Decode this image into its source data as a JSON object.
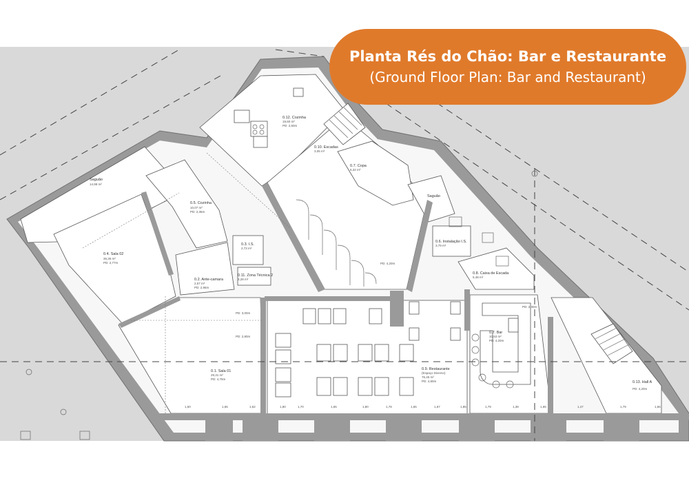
{
  "title": {
    "main": "Planta Rés do Chão: Bar e Restaurante",
    "sub": "(Ground Floor Plan: Bar and Restaurant)"
  },
  "rooms": {
    "saguao_left": "Saguão",
    "saguao_left_area": "14,98 m²",
    "sala_02": "0.4. Sala 02",
    "sala_02_area": "35,36 m²",
    "sala_02_pd": "PD: 2,77m",
    "cozinha_small": "0.5. Cozinha",
    "cozinha_small_area": "10,07 m²",
    "cozinha_small_pd": "PD: 2,36m",
    "ante_camara": "0.2. Ante-camara",
    "ante_camara_area": "2,57 m²",
    "ante_camara_pd": "PD: 2,96m",
    "is_room": "0.3. I.S.",
    "is_area": "2,73 m²",
    "zona_tecnica": "0.11. Zona Técnica 2",
    "zona_tecnica_area": "3,28 m²",
    "cozinha_main": "0.12. Cozinha",
    "cozinha_main_area": "19,60 m²",
    "cozinha_main_pd": "PD: 2,60m",
    "escadas": "0.10. Escadas",
    "escadas_area": "3,05 m²",
    "copa": "0.7. Copa",
    "copa_area": "6,32 m²",
    "saguao_right": "Saguão",
    "instalacoes": "0.6. Instalação I.S.",
    "instalacoes_area": "3,79 m²",
    "caixa_escada": "0.8. Caixa de Escada",
    "caixa_escada_area": "5,48 m²",
    "sala_01": "0.1. Sala 01",
    "sala_01_area": "29,31 m²",
    "sala_01_pd": "PD: 4,75m",
    "restaurante": "0.9. Restaurante",
    "restaurante_sub": "(Espaço Diverso)",
    "restaurante_area": "76,45 m²",
    "restaurante_pd": "PD: 4,80m",
    "bar": "0.7. Bar",
    "bar_area": "10,63 m²",
    "bar_pd": "PD: 4,20m",
    "hall": "0.13. Hall A",
    "hall_pd": "PD: 4,20m",
    "pd_corridor": "PD: 4,20m",
    "pd_top": "PD: 3,00m",
    "pd_bar_top": "PD: 2,30m",
    "pd_sala01_top": "PD: 2,80m"
  },
  "dimensions": [
    "1,50",
    "1,65",
    "1,52",
    "1,80",
    "1,70",
    "1,65",
    "1,80",
    "1,78",
    "1,65",
    "1,67",
    "1,85",
    "1,79",
    "1,38",
    "1,65",
    "1,47",
    "1,79",
    "1,66"
  ],
  "colors": {
    "accent": "#e07a2b",
    "wall": "#9a9a9a",
    "surroundings": "#d9d9d9"
  }
}
